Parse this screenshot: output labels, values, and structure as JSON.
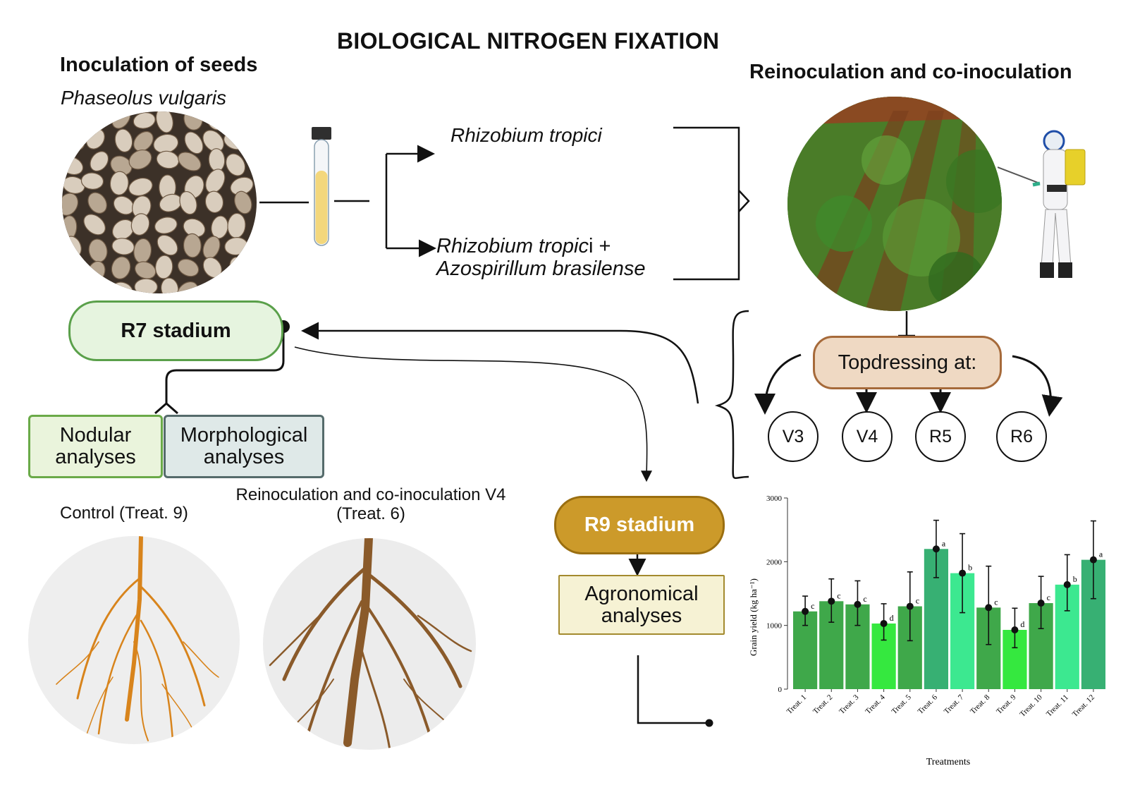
{
  "title": "BIOLOGICAL NITROGEN FIXATION",
  "left": {
    "heading": "Inoculation of seeds",
    "species": "Phaseolus vulgaris"
  },
  "right": {
    "heading": "Reinoculation and co-inoculation"
  },
  "treatments": {
    "single": "Rhizobium tropici",
    "combo_line1_main": "Rhizobium tropic",
    "combo_line1_tail": "i +",
    "combo_line2": "Azospirillum brasilense"
  },
  "r7": {
    "label": "R7 stadium"
  },
  "nodular": {
    "line1": "Nodular",
    "line2": "analyses"
  },
  "morph": {
    "line1": "Morphological",
    "line2": "analyses"
  },
  "topdressing": {
    "label": "Topdressing at:"
  },
  "stages": [
    "V3",
    "V4",
    "R5",
    "R6"
  ],
  "r9": {
    "label": "R9 stadium"
  },
  "agro": {
    "line1": "Agronomical",
    "line2": "analyses"
  },
  "photos": {
    "control_caption": "Control (Treat. 9)",
    "treat6_caption_line1": "Reinoculation and co-inoculation  V4",
    "treat6_caption_line2": "(Treat. 6)"
  },
  "colors": {
    "r7_fill": "#e6f4df",
    "r7_border": "#5aa04a",
    "nodular_fill": "#eaf4dc",
    "nodular_border": "#6aaa48",
    "morph_fill": "#dfe9e8",
    "morph_border": "#556b6b",
    "top_fill": "#efd9c3",
    "top_border": "#a66a3a",
    "r9_fill": "#cc9a2a",
    "r9_border": "#9a6e10",
    "agro_fill": "#f6f2d4",
    "agro_border": "#a38a2e"
  },
  "chart_data": {
    "type": "bar",
    "title": "",
    "xlabel": "Treatments",
    "ylabel": "Grain yield (kg ha⁻¹)",
    "ylim": [
      0,
      3000
    ],
    "yticks": [
      0,
      1000,
      2000,
      3000
    ],
    "grid": false,
    "categories": [
      "Treat. 1",
      "Treat. 2",
      "Treat. 3",
      "Treat. 4",
      "Treat. 5",
      "Treat. 6",
      "Treat. 7",
      "Treat. 8",
      "Treat. 9",
      "Treat. 10",
      "Treat. 11",
      "Treat. 12"
    ],
    "values": [
      1220,
      1380,
      1330,
      1030,
      1300,
      2200,
      1820,
      1280,
      930,
      1350,
      1640,
      2030
    ],
    "error_low": [
      1000,
      1050,
      1000,
      770,
      760,
      1750,
      1200,
      700,
      650,
      950,
      1230,
      1420
    ],
    "error_high": [
      1460,
      1730,
      1700,
      1340,
      1840,
      2650,
      2440,
      1930,
      1270,
      1770,
      2110,
      2640
    ],
    "letters": [
      "c",
      "c",
      "c",
      "d",
      "c",
      "a",
      "b",
      "c",
      "d",
      "c",
      "b",
      "a"
    ],
    "bar_colors": [
      "#3fa84a",
      "#3fa84a",
      "#3fa84a",
      "#35e83f",
      "#3fa84a",
      "#37b073",
      "#3ce890",
      "#3fa84a",
      "#35e83f",
      "#3fa84a",
      "#3ce890",
      "#37b073"
    ]
  }
}
